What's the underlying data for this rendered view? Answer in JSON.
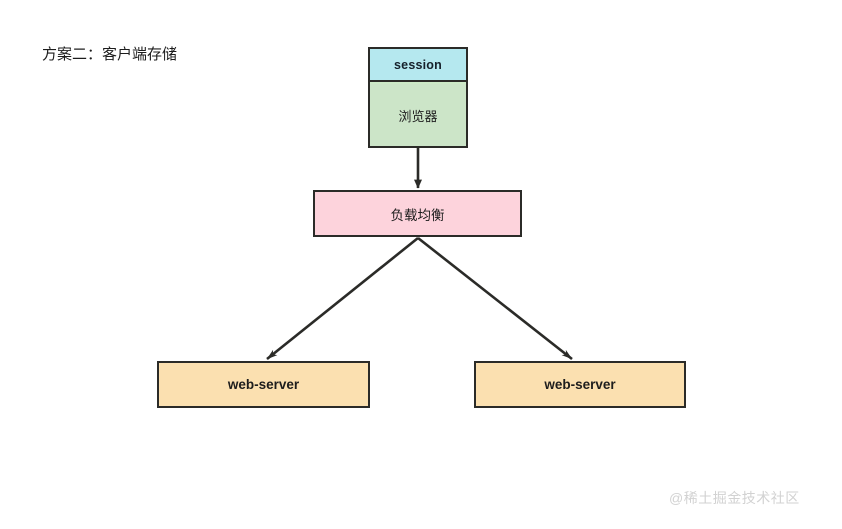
{
  "diagram": {
    "title": "方案二：客户端存储",
    "watermark": "@稀土掘金技术社区",
    "background_color": "#ffffff",
    "stroke_color": "#2b2b28",
    "nodes": {
      "session": {
        "label": "session",
        "fill": "#b5e8ef"
      },
      "browser": {
        "label": "浏览器",
        "fill": "#cce5c8"
      },
      "load_balancer": {
        "label": "负载均衡",
        "fill": "#fdd3dc"
      },
      "web_server_left": {
        "label": "web-server",
        "fill": "#fbe0b0"
      },
      "web_server_right": {
        "label": "web-server",
        "fill": "#fbe0b0"
      }
    },
    "edges": [
      {
        "name": "browser-to-load-balancer",
        "from": "browser",
        "to": "load_balancer",
        "label": ""
      },
      {
        "name": "load-balancer-to-web-server-left",
        "from": "load_balancer",
        "to": "web_server_left",
        "label": ""
      },
      {
        "name": "load-balancer-to-web-server-right",
        "from": "load_balancer",
        "to": "web_server_right",
        "label": ""
      }
    ]
  }
}
